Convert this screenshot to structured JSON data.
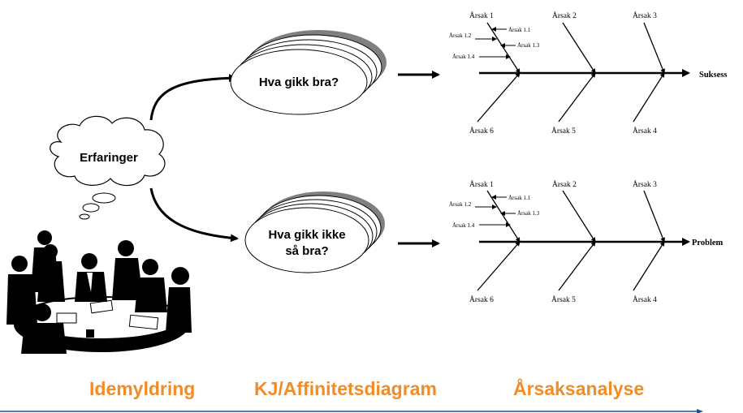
{
  "thought_bubble": {
    "label": "Erfaringer"
  },
  "top_branch": {
    "stack_label": "Hva gikk bra?",
    "fishbone": {
      "effect": "Suksess",
      "causes": [
        "Årsak 1",
        "Årsak 2",
        "Årsak 3",
        "Årsak 4",
        "Årsak 5",
        "Årsak 6"
      ],
      "sub_causes": [
        "Årsak 1.1",
        "Årsak 1.2",
        "Årsak 1.3",
        "Årsak 1.4"
      ]
    }
  },
  "bottom_branch": {
    "stack_label_line1": "Hva gikk ikke",
    "stack_label_line2": "så bra?",
    "fishbone": {
      "effect": "Problem",
      "causes": [
        "Årsak 1",
        "Årsak 2",
        "Årsak 3",
        "Årsak 4",
        "Årsak 5",
        "Årsak 6"
      ],
      "sub_causes": [
        "Årsak 1.1",
        "Årsak 1.2",
        "Årsak 1.3",
        "Årsak 1.4"
      ]
    }
  },
  "stages": [
    "Idemyldring",
    "KJ/Affinitetsdiagram",
    "Årsaksanalyse"
  ],
  "colors": {
    "stage_text": "#f28c28",
    "timeline": "#1f4e9a",
    "ink": "#000000"
  },
  "illustration": "meeting-people-silhouette"
}
